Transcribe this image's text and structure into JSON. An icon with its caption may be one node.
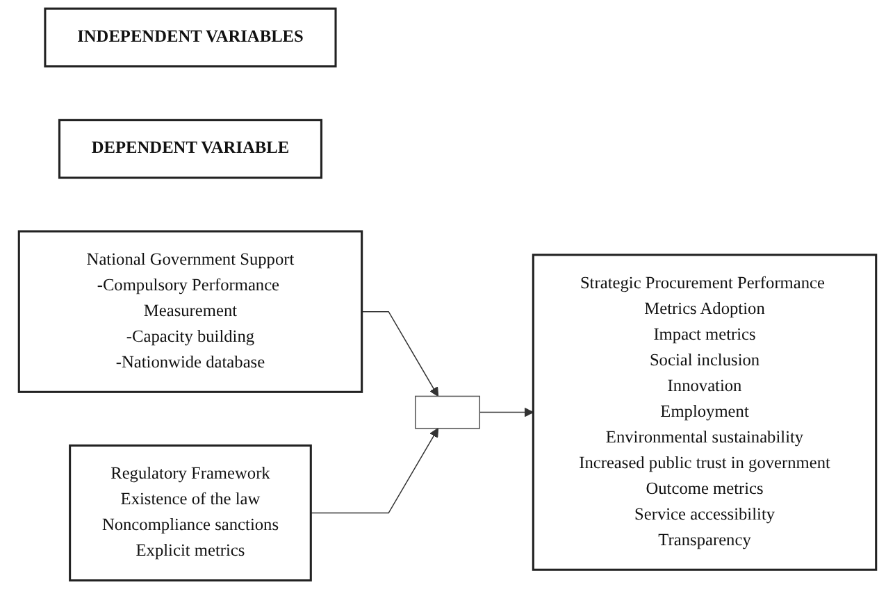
{
  "diagram": {
    "nodes": [
      {
        "text": [
          "INDEPENDENT VARIABLES"
        ]
      },
      {
        "text": [
          "DEPENDENT VARIABLE"
        ]
      },
      {
        "text": [
          "National Government Support",
          "-Compulsory Performance Measurement",
          "-Capacity building",
          "-Nationwide database"
        ]
      },
      {
        "text": [
          "Regulatory Framework",
          "Existence of the law",
          "Noncompliance sanctions",
          "Explicit metrics"
        ]
      },
      {
        "text": [],
        "shape": "bar"
      },
      {
        "text": [
          "Strategic Procurement Performance Metrics Adoption",
          "Impact metrics",
          "Social inclusion",
          "Innovation",
          "Employment",
          "Environmental sustainability",
          "Increased public trust in government",
          "Outcome metrics",
          "Service accessibility",
          "Transparency"
        ]
      }
    ],
    "edges": [
      {
        "from": 2,
        "to": 4,
        "arrow": "to"
      },
      {
        "from": 3,
        "to": 4,
        "arrow": "to"
      },
      {
        "from": 4,
        "to": 5,
        "arrow": "to"
      }
    ]
  }
}
